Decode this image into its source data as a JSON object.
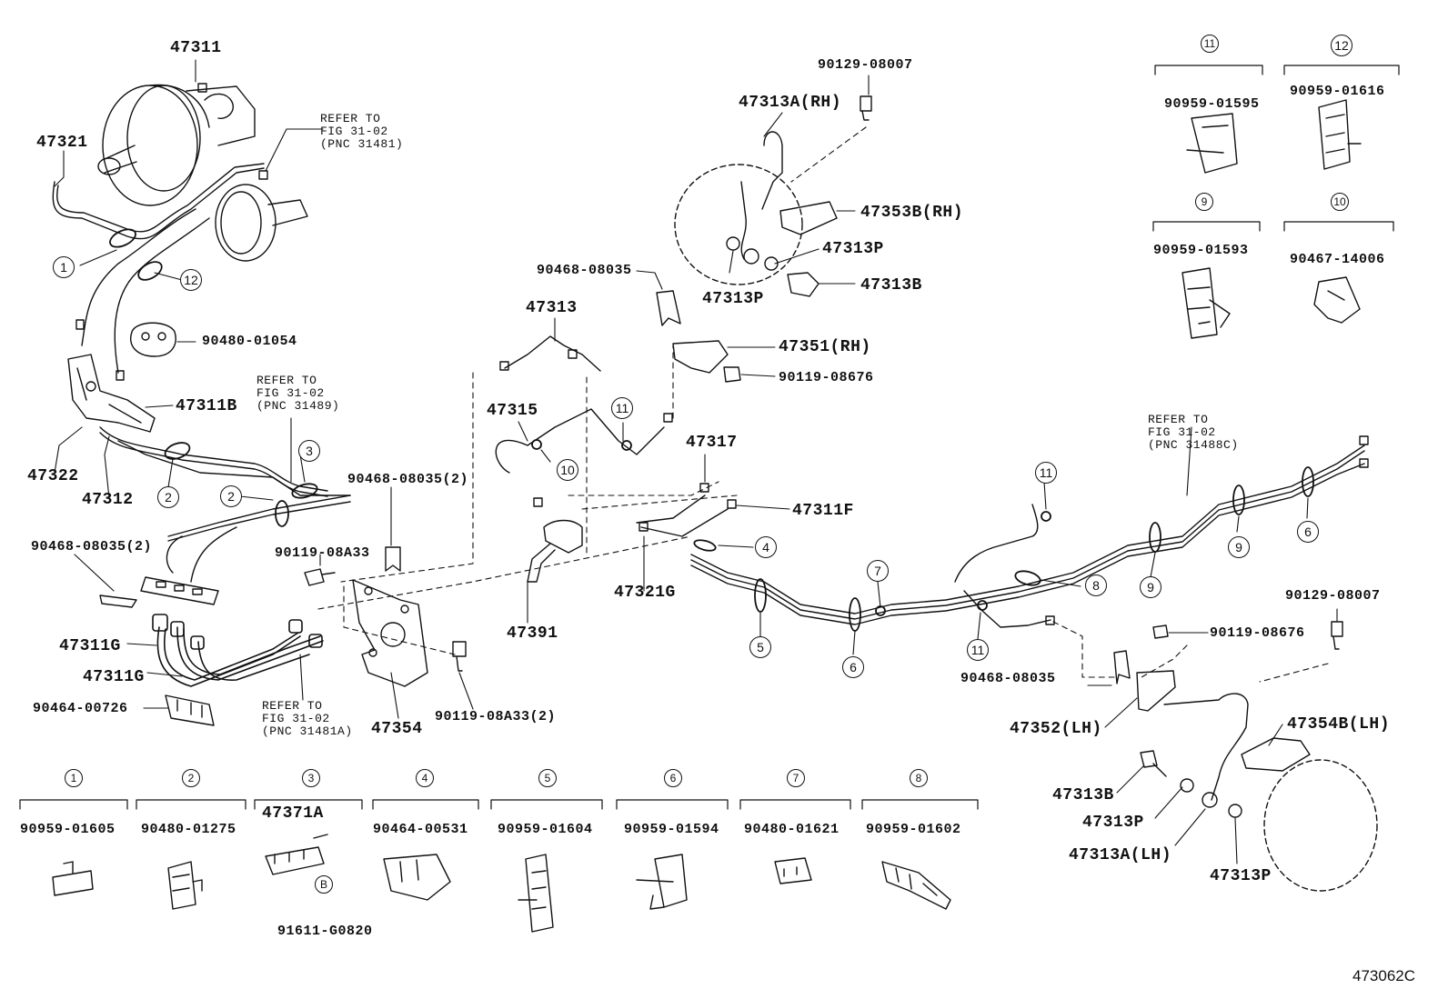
{
  "figure_id": "473062C",
  "parts": {
    "p47311": "47311",
    "p47321": "47321",
    "p47311B": "47311B",
    "p47322": "47322",
    "p47312": "47312",
    "p90480_01054": "90480-01054",
    "p47313": "47313",
    "p47315": "47315",
    "p90468_08035_top": "90468-08035",
    "p90468_08035_2a": "90468-08035(2)",
    "p90468_08035_2b": "90468-08035(2)",
    "p90119_08A33": "90119-08A33",
    "p47311G_a": "47311G",
    "p47311G_b": "47311G",
    "p90464_00726": "90464-00726",
    "p47354": "47354",
    "p90119_08A33_2": "90119-08A33(2)",
    "p47391": "47391",
    "p47321G": "47321G",
    "p47317": "47317",
    "p47311F": "47311F",
    "p90129_08007_top": "90129-08007",
    "p47313A_RH": "47313A(RH)",
    "p47353B_RH": "47353B(RH)",
    "p47313P_a": "47313P",
    "p47313P_b": "47313P",
    "p47313B_a": "47313B",
    "p47351_RH": "47351(RH)",
    "p90119_08676_a": "90119-08676",
    "p90129_08007_b": "90129-08007",
    "p90119_08676_b": "90119-08676",
    "p90468_08035_b": "90468-08035",
    "p47352_LH": "47352(LH)",
    "p47354B_LH": "47354B(LH)",
    "p47313B_b": "47313B",
    "p47313P_c": "47313P",
    "p47313A_LH": "47313A(LH)",
    "p47313P_d": "47313P",
    "p47371A": "47371A",
    "p91611_G0820": "91611-G0820"
  },
  "refer_notes": [
    {
      "line1": "REFER TO",
      "line2": "FIG 31-02",
      "line3": "(PNC 31481)"
    },
    {
      "line1": "REFER TO",
      "line2": "FIG 31-02",
      "line3": "(PNC 31489)"
    },
    {
      "line1": "REFER TO",
      "line2": "FIG 31-02",
      "line3": "(PNC 31481A)"
    },
    {
      "line1": "REFER TO",
      "line2": "FIG 31-02",
      "line3": "(PNC 31488C)"
    }
  ],
  "callouts": [
    "1",
    "12",
    "2",
    "3",
    "2",
    "10",
    "11",
    "4",
    "5",
    "6",
    "7",
    "8",
    "9",
    "9",
    "6",
    "11",
    "11",
    "B"
  ],
  "legend": [
    {
      "key": "1",
      "part": "90959-01605"
    },
    {
      "key": "2",
      "part": "90480-01275"
    },
    {
      "key": "3",
      "part": ""
    },
    {
      "key": "4",
      "part": "90464-00531"
    },
    {
      "key": "5",
      "part": "90959-01604"
    },
    {
      "key": "6",
      "part": "90959-01594"
    },
    {
      "key": "7",
      "part": "90480-01621"
    },
    {
      "key": "8",
      "part": "90959-01602"
    },
    {
      "key": "11",
      "part": "90959-01595"
    },
    {
      "key": "12",
      "part": "90959-01616"
    },
    {
      "key": "9",
      "part": "90959-01593"
    },
    {
      "key": "10",
      "part": "90467-14006"
    }
  ]
}
